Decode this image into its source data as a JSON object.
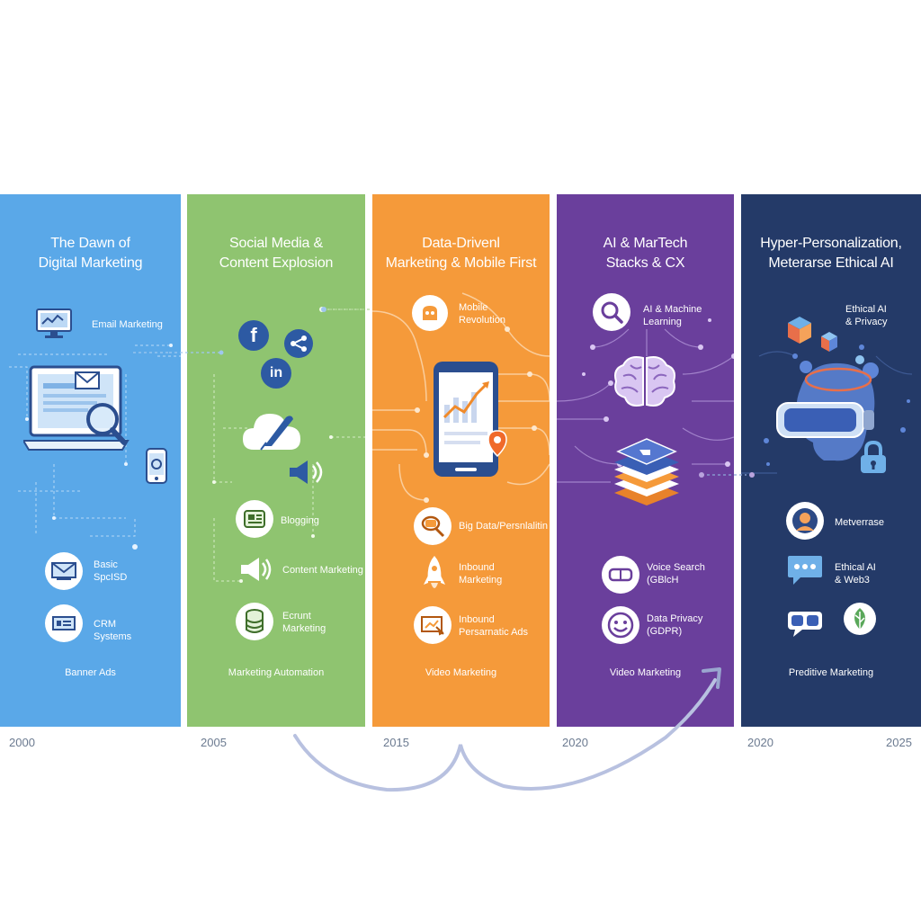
{
  "colors": {
    "panel1": "#5aa8e8",
    "panel2": "#8fc470",
    "panel3": "#f59a3a",
    "panel4": "#6a3f9c",
    "panel5": "#243a68",
    "year_text": "#6b7a90",
    "arrow": "#9aa6cf"
  },
  "panels": [
    {
      "title_lines": [
        "The Dawn of",
        "Digital Marketing"
      ],
      "labels": {
        "email": "Email Marketing",
        "seo_l1": "Basic",
        "seo_l2": "SpcISD",
        "crm_l1": "CRM",
        "crm_l2": "Systems",
        "footer": "Banner Ads"
      },
      "icons": [
        "monitor-icon",
        "laptop-email-icon",
        "magnifier-icon",
        "phone-icon",
        "mail-icon",
        "crm-icon"
      ]
    },
    {
      "title_lines": [
        "Social Media &",
        "Content Explosion"
      ],
      "labels": {
        "facebook": "f",
        "linkedin": "in",
        "blogging": "Blogging",
        "content": "Content Marketing",
        "email_l1": "Ecrunt",
        "email_l2": "Marketing",
        "footer": "Marketing Automation"
      },
      "icons": [
        "facebook-icon",
        "linkedin-icon",
        "share-icon",
        "cloud-quill-icon",
        "speaker-icon",
        "blog-icon",
        "megaphone-icon",
        "database-icon"
      ]
    },
    {
      "title_lines": [
        "Data-Drivenl",
        "Marketing & Mobile First"
      ],
      "labels": {
        "mobile_l1": "Mobile",
        "mobile_l2": "Revolution",
        "bigdata": "Big Data/Persnlalitin",
        "inbound_l1": "Inbound",
        "inbound_l2": "Marketing",
        "ads_l1": "Inbound",
        "ads_l2": "Persarnatic Ads",
        "footer": "Video Marketing"
      },
      "icons": [
        "mobile-icon",
        "smartphone-chart-icon",
        "location-pin-icon",
        "bigdata-icon",
        "rocket-icon",
        "ads-icon"
      ]
    },
    {
      "title_lines": [
        "AI & MarTech",
        "Stacks & CX"
      ],
      "labels": {
        "ai_l1": "AI & Machine",
        "ai_l2": "Learning",
        "voice_l1": "Voice Search",
        "voice_l2": "(GBlcH",
        "privacy_l1": "Data Privacy",
        "privacy_l2": "(GDPR)",
        "footer": "Video Marketing"
      },
      "icons": [
        "search-icon",
        "brain-icon",
        "layer-stack-icon",
        "vr-goggles-icon",
        "smiley-icon"
      ]
    },
    {
      "title_lines": [
        "Hyper-Personalization,",
        "Meterarse Ethical AI"
      ],
      "labels": {
        "ethical_l1": "Ethical AI",
        "ethical_l2": "& Privacy",
        "metaverse": "Metverrase",
        "web3_l1": "Ethical AI",
        "web3_l2": "& Web3",
        "footer": "Preditive Marketing"
      },
      "icons": [
        "cube-icon",
        "vr-headset-icon",
        "lock-icon",
        "avatar-icon",
        "chat-icon",
        "vr-glasses-icon",
        "leaf-icon"
      ]
    }
  ],
  "years": [
    "2000",
    "2005",
    "2015",
    "2020",
    "2020",
    "2025"
  ]
}
